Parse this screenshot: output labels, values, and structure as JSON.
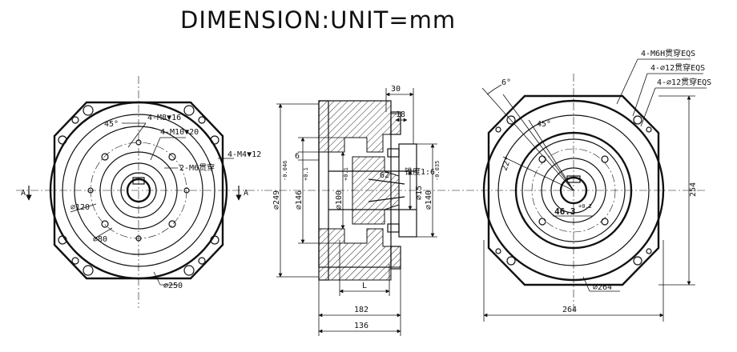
{
  "title": "DIMENSION:UNIT=mm",
  "left_view": {
    "angle": "45°",
    "holes_m8": "4-M8▼16",
    "holes_m10": "4-M10▼20",
    "holes_m4": "4-M4▼12",
    "holes_m6": "2-M6贯穿",
    "dia_120": "⌀120",
    "dia_80": "⌀80",
    "dia_250": "⌀250",
    "section_a_left": "A",
    "section_a_right": "A"
  },
  "middle_view": {
    "d30": "30",
    "d18": "18",
    "d6": "6",
    "d62": "62",
    "taper": "锥度1:6",
    "d15": "⌀15",
    "dia249": "⌀249",
    "tol249": "-0.046",
    "dia146": "⌀146",
    "tol146": "+0.1",
    "dia100": "⌀100",
    "tol100": "+0.1",
    "dia140": "⌀140",
    "tol140": "-0.035",
    "dimL": "L",
    "d182": "182",
    "d136": "136"
  },
  "right_view": {
    "holes_m6h": "4-M6H贯穿EQS",
    "holes_12a": "4-⌀12贯穿EQS",
    "holes_12b": "4-⌀12贯穿EQS",
    "angle6": "6°",
    "angle45": "45°",
    "angle22": "22°",
    "bore": "46.3",
    "bore_tol": "+0.2",
    "d254": "254",
    "dia264": "⌀264",
    "d264": "264"
  }
}
